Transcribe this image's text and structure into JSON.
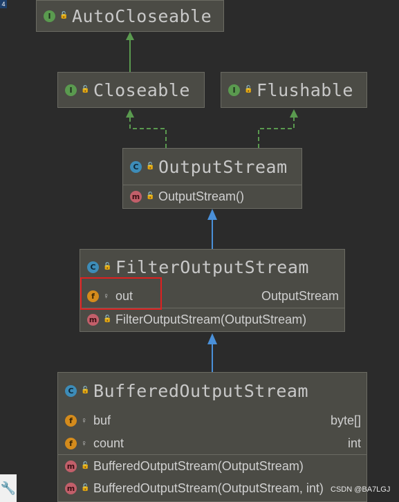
{
  "nodes": {
    "autocloseable": {
      "badge": "I",
      "name": "AutoCloseable"
    },
    "closeable": {
      "badge": "I",
      "name": "Closeable"
    },
    "flushable": {
      "badge": "I",
      "name": "Flushable"
    },
    "outputstream": {
      "badge": "C",
      "name": "OutputStream",
      "methods": [
        {
          "badge": "m",
          "label": "OutputStream()"
        }
      ]
    },
    "filteroutputstream": {
      "badge": "C",
      "name": "FilterOutputStream",
      "fields": [
        {
          "badge": "f",
          "label": "out",
          "type": "OutputStream"
        }
      ],
      "methods": [
        {
          "badge": "m",
          "label": "FilterOutputStream(OutputStream)"
        }
      ]
    },
    "bufferedoutputstream": {
      "badge": "C",
      "name": "BufferedOutputStream",
      "fields": [
        {
          "badge": "f",
          "label": "buf",
          "type": "byte[]"
        },
        {
          "badge": "f",
          "label": "count",
          "type": "int"
        }
      ],
      "methods": [
        {
          "badge": "m",
          "label": "BufferedOutputStream(OutputStream)"
        },
        {
          "badge": "m",
          "label": "BufferedOutputStream(OutputStream, int)"
        }
      ]
    }
  },
  "icons": {
    "lock": "lock-icon",
    "key": "key-icon"
  },
  "colors": {
    "interface_badge": "#5a9a4f",
    "class_badge": "#3d8cb8",
    "method_badge": "#c25f6a",
    "field_badge": "#d48b1c",
    "implements_arrow": "#5a9a4f",
    "extends_arrow": "#4a90d9",
    "highlight": "#e02020"
  },
  "watermark": "CSDN @BA7LGJ",
  "corner_mark": "4"
}
